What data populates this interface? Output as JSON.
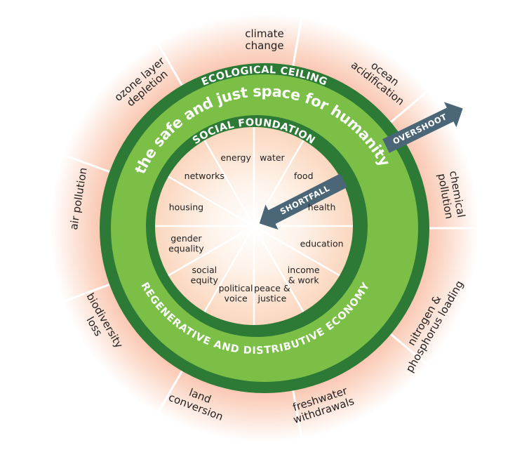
{
  "rings": {
    "ecological_ceiling": "ECOLOGICAL CEILING",
    "safe_space": "the safe and just space for humanity",
    "social_foundation": "SOCIAL FOUNDATION",
    "economy": "REGENERATIVE AND DISTRIBUTIVE ECONOMY"
  },
  "arrows": {
    "overshoot": "OVERSHOOT",
    "shortfall": "SHORTFALL"
  },
  "ecological_dimensions": [
    [
      "climate",
      "change"
    ],
    [
      "ocean",
      "acidification"
    ],
    [
      "chemical",
      "pollution"
    ],
    [
      "nitrogen &",
      "phosphorus loading"
    ],
    [
      "freshwater",
      "withdrawals"
    ],
    [
      "land",
      "conversion"
    ],
    [
      "biodiversity",
      "loss"
    ],
    [
      "air pollution"
    ],
    [
      "ozone layer",
      "depletion"
    ]
  ],
  "social_dimensions": [
    [
      "water"
    ],
    [
      "food"
    ],
    [
      "health"
    ],
    [
      "education"
    ],
    [
      "income",
      "& work"
    ],
    [
      "peace &",
      "justice"
    ],
    [
      "political",
      "voice"
    ],
    [
      "social",
      "equity"
    ],
    [
      "gender",
      "equality"
    ],
    [
      "housing"
    ],
    [
      "networks"
    ],
    [
      "energy"
    ]
  ],
  "colors": {
    "dark_green": "#2d7a37",
    "light_green": "#7cbf47",
    "arrow": "#4b6677",
    "overshoot_glow": "#f28466",
    "center_glow": "#fde3cd"
  }
}
